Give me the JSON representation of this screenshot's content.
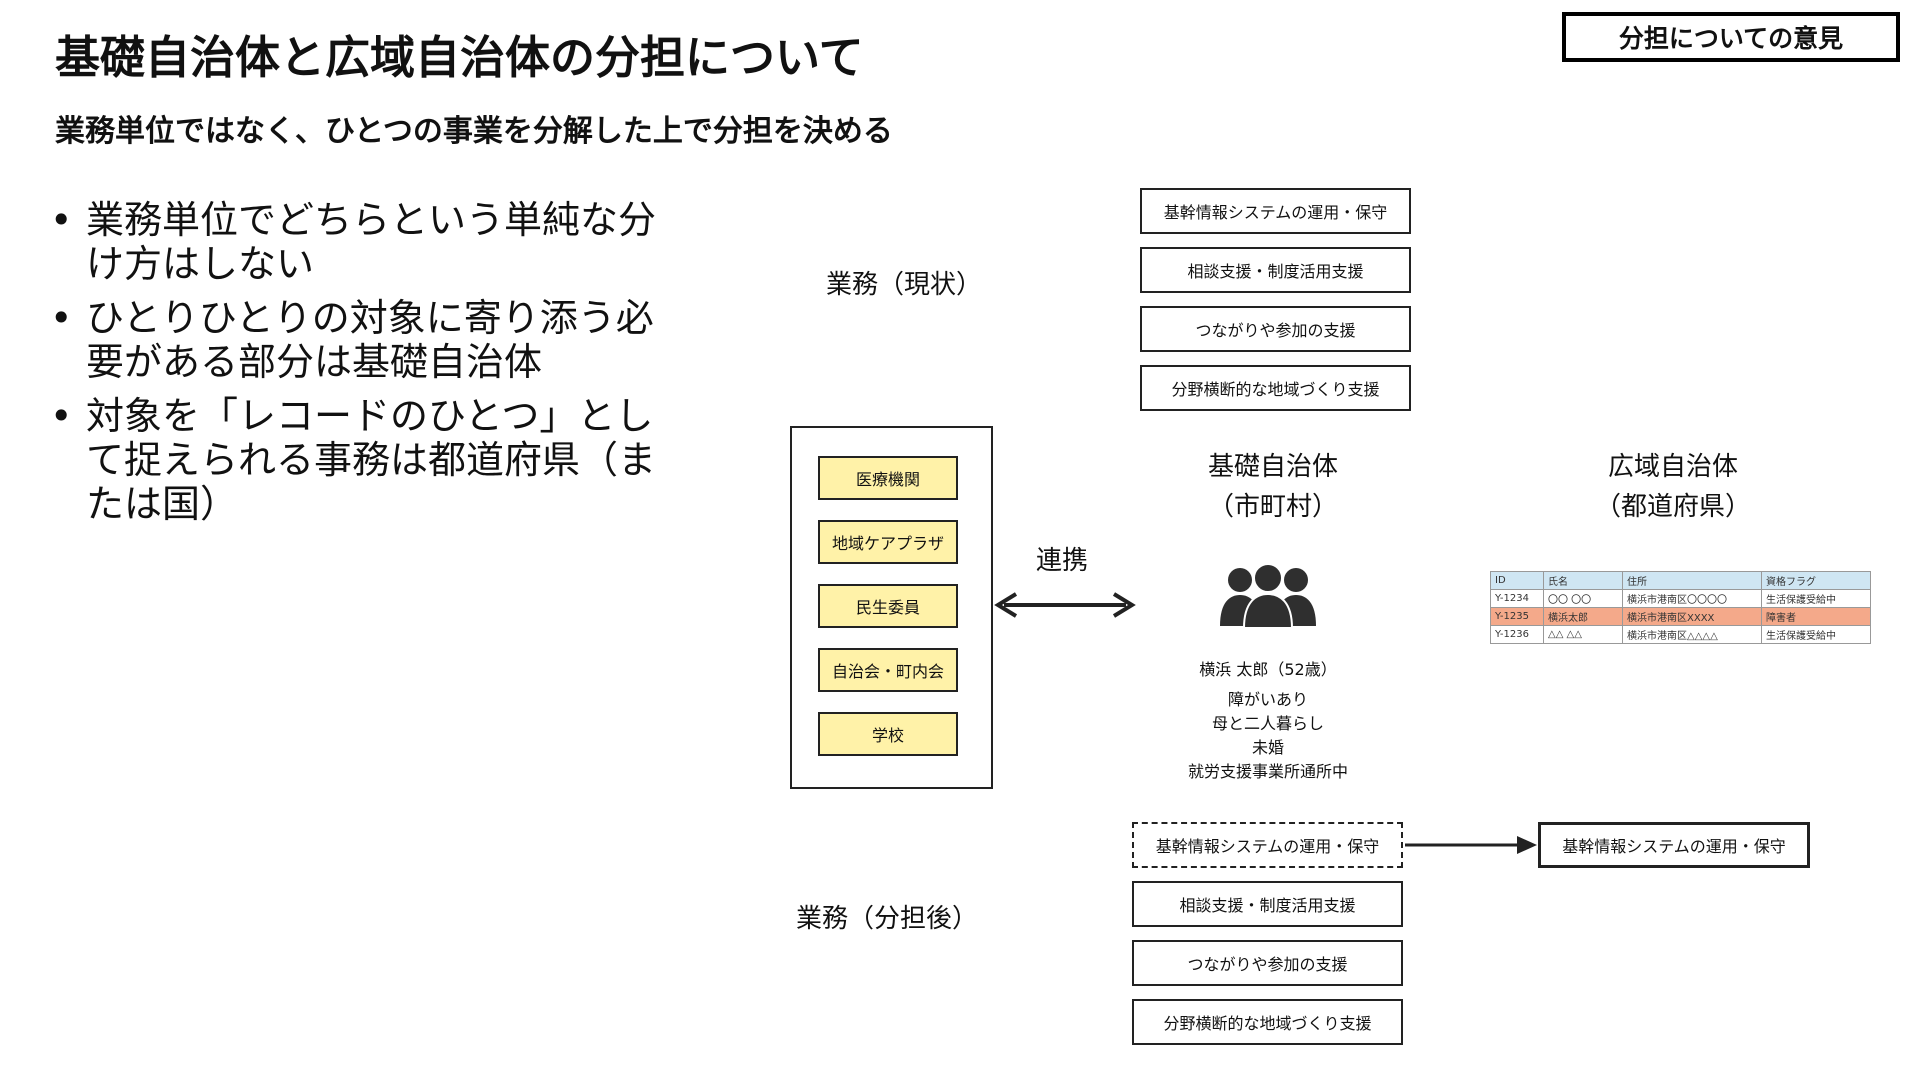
{
  "title": "基礎自治体と広域自治体の分担について",
  "subtitle": "業務単位ではなく、ひとつの事業を分解した上で分担を決める",
  "tag": "分担についての意見",
  "bullets": [
    "業務単位でどちらという単純な分け方はしない",
    "ひとりひとりの対象に寄り添う必要がある部分は基礎自治体",
    "対象を「レコードのひとつ」として捉えられる事務は都道府県（または国）"
  ],
  "current": {
    "label": "業務（現状）",
    "items": [
      "基幹情報システムの運用・保守",
      "相談支援・制度活用支援",
      "つながりや参加の支援",
      "分野横断的な地域づくり支援"
    ]
  },
  "after": {
    "label": "業務（分担後）",
    "items": [
      "基幹情報システムの運用・保守",
      "相談支援・制度活用支援",
      "つながりや参加の支援",
      "分野横断的な地域づくり支援"
    ],
    "prefecture_item": "基幹情報システムの運用・保守"
  },
  "partners": [
    "医療機関",
    "地域ケアプラザ",
    "民生委員",
    "自治会・町内会",
    "学校"
  ],
  "link_label": "連携",
  "municipality": {
    "line1": "基礎自治体",
    "line2": "（市町村）"
  },
  "prefecture": {
    "line1": "広域自治体",
    "line2": "（都道府県）"
  },
  "person": {
    "icon": "people-group-icon",
    "lines": [
      "横浜 太郎（52歳）",
      "障がいあり",
      "母と二人暮らし",
      "未婚",
      "就労支援事業所通所中"
    ]
  },
  "records": {
    "headers": [
      "ID",
      "氏名",
      "住所",
      "資格フラグ"
    ],
    "rows": [
      [
        "Y-1234",
        "〇〇 〇〇",
        "横浜市港南区〇〇〇〇",
        "生活保護受給中"
      ],
      [
        "Y-1235",
        "横浜太郎",
        "横浜市港南区XXXX",
        "障害者"
      ],
      [
        "Y-1236",
        "△△ △△",
        "横浜市港南区△△△△",
        "生活保護受給中"
      ]
    ]
  },
  "colors": {
    "partner_fill": "#fff2a8",
    "table_header": "#cfe6f3",
    "table_highlight": "#f4a98a"
  }
}
